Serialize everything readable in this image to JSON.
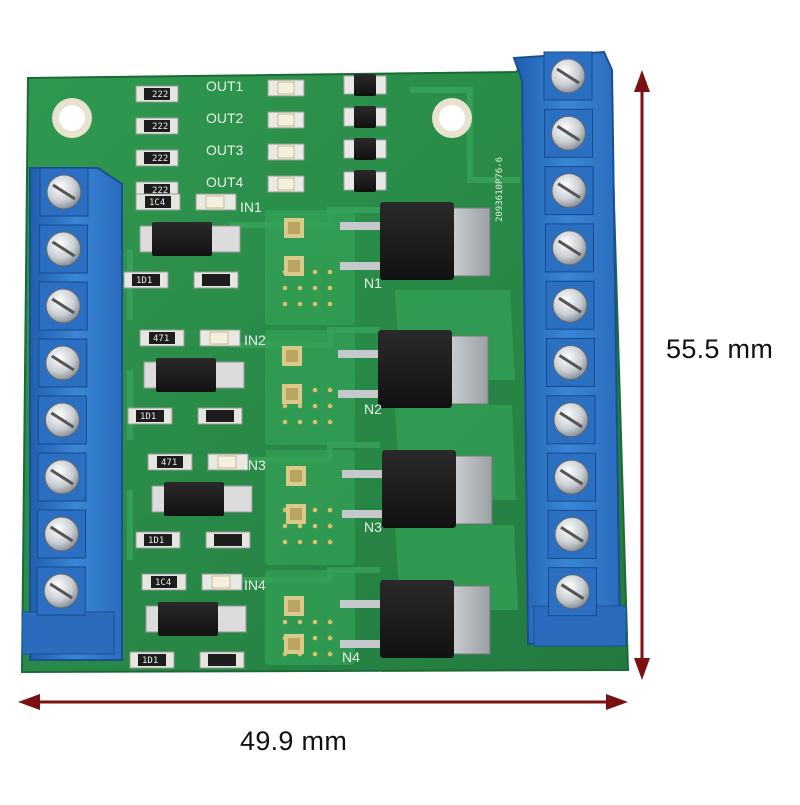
{
  "dimensions": {
    "height_label": "55.5 mm",
    "width_label": "49.9 mm"
  },
  "silkscreen": {
    "outputs": [
      "OUT1",
      "OUT2",
      "OUT3",
      "OUT4"
    ],
    "inputs": [
      "IN1",
      "IN2",
      "IN3",
      "IN4"
    ],
    "mosfets": [
      "N1",
      "N2",
      "N3",
      "N4"
    ],
    "board_id": "2093610P76-6",
    "resistor_marks": [
      "222",
      "222",
      "222",
      "222"
    ],
    "input_resistor_marks": [
      "1C4",
      "471",
      "471",
      "1C4"
    ],
    "diode_marks": [
      "1D1",
      "1D1",
      "1D1",
      "1D1"
    ]
  },
  "colors": {
    "pcb": "#2b8a4a",
    "terminal_blue": "#2e74c7",
    "dimension_line": "#7a1010"
  }
}
